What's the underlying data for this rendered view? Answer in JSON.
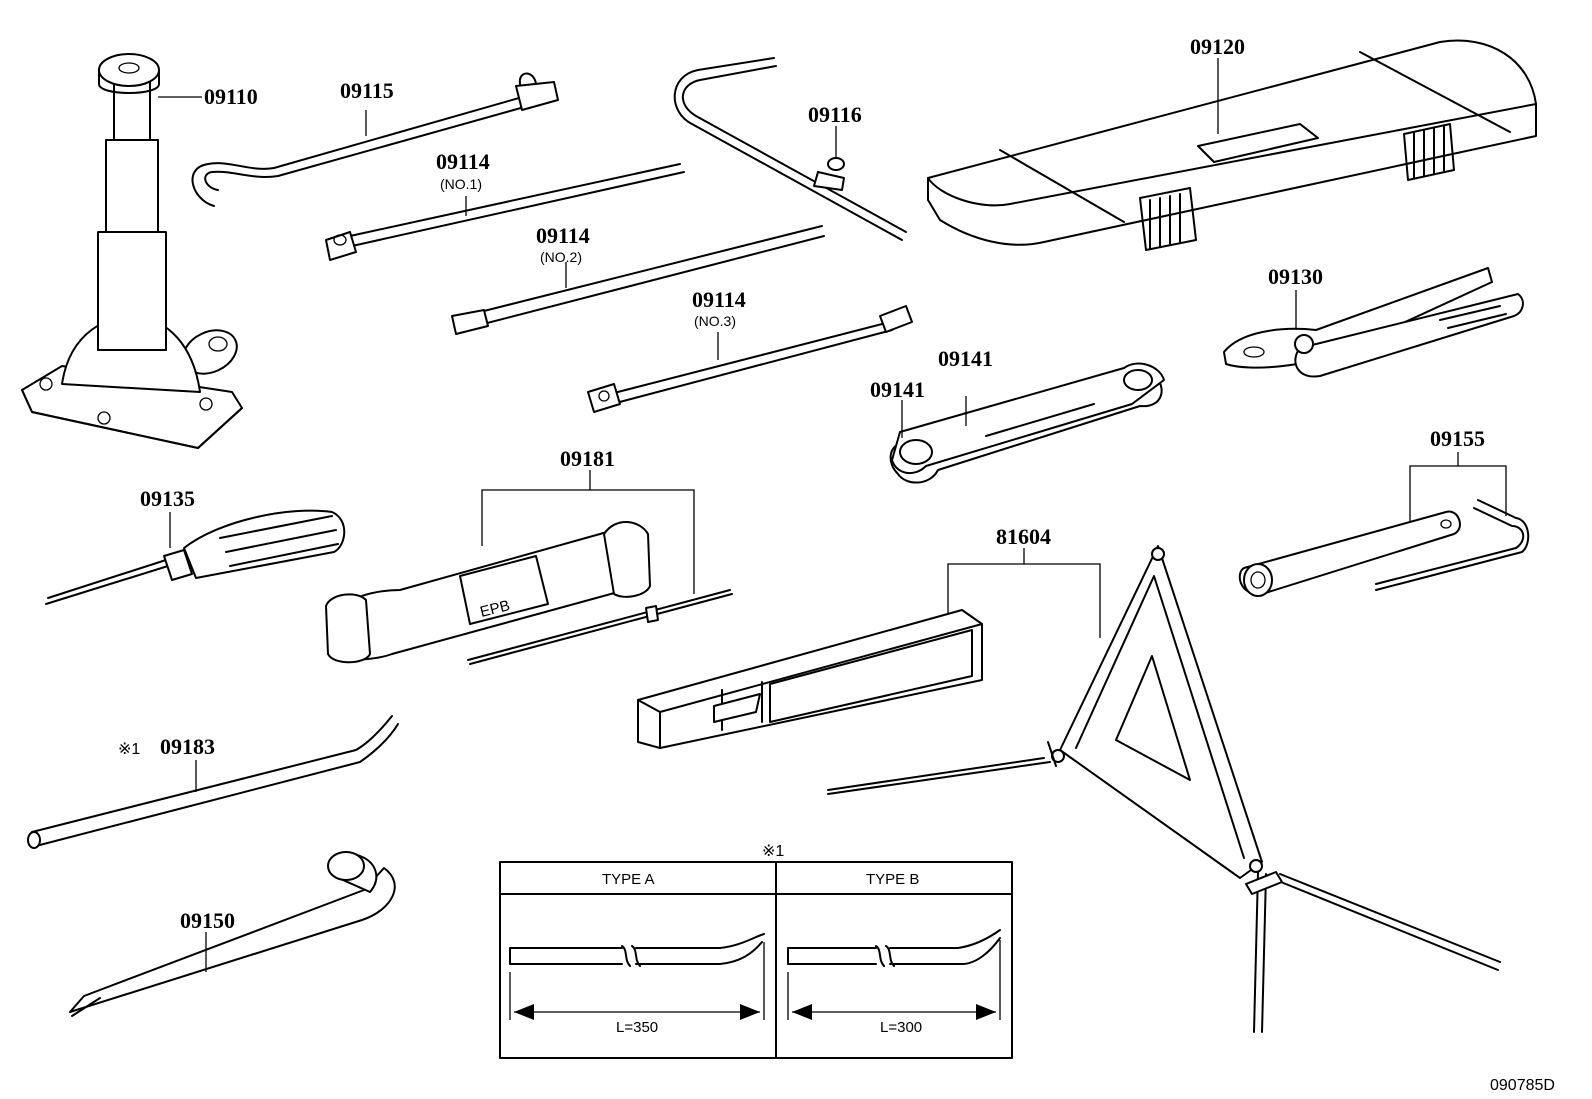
{
  "labels": {
    "p09110": "09110",
    "p09115": "09115",
    "p09114_1": "09114",
    "p09114_1_sub": "(NO.1)",
    "p09114_2": "09114",
    "p09114_2_sub": "(NO.2)",
    "p09114_3": "09114",
    "p09114_3_sub": "(NO.3)",
    "p09116": "09116",
    "p09120": "09120",
    "p09130": "09130",
    "p09141_a": "09141",
    "p09141_b": "09141",
    "p09135": "09135",
    "p09181": "09181",
    "epb": "EPB",
    "p09155": "09155",
    "p81604": "81604",
    "p09183_mark": "※1",
    "p09183": "09183",
    "p09150": "09150"
  },
  "inset": {
    "mark": "※1",
    "type_a": {
      "header": "TYPE A",
      "length": "L=350"
    },
    "type_b": {
      "header": "TYPE B",
      "length": "L=300"
    }
  },
  "diagram_ref": "090785D"
}
